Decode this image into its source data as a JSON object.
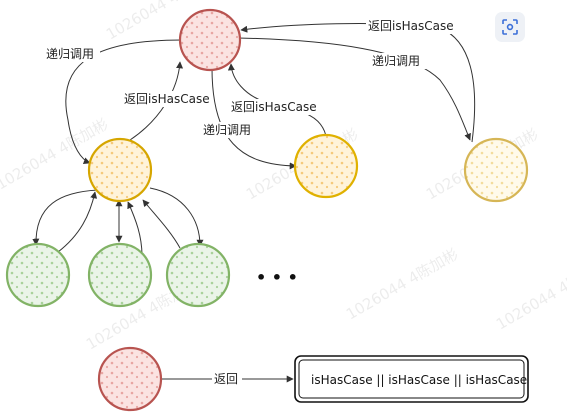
{
  "colors": {
    "red_stroke": "#b85450",
    "red_fill": "#f8cecc",
    "orange_stroke": "#d6a600",
    "orange_fill": "#fde6b4",
    "yellow_stroke": "#d6b656",
    "yellow_fill": "#fff2cc",
    "green_stroke": "#82b366",
    "green_fill": "#d5e8d4",
    "arrow": "#333333"
  },
  "labels": {
    "recurse_left": "递归调用",
    "return_left": "返回isHasCase",
    "return_middle": "返回isHasCase",
    "recurse_middle": "递归调用",
    "return_right": "返回isHasCase",
    "recurse_right": "递归调用",
    "ellipsis": "• • •",
    "legend_return": "返回",
    "legend_result": "isHasCase || isHasCase || isHasCase"
  },
  "watermark": "1026044 4陈加彬",
  "icons": {
    "scan": "scan-icon"
  }
}
